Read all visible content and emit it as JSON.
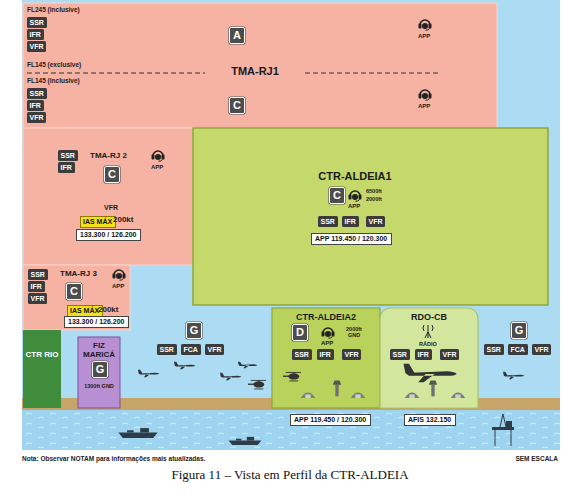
{
  "diagram": {
    "caption": "Figura 11 – Vista em Perfil da CTR-ALDEIA",
    "nodes": [
      {
        "text": [
          "FL245 (inclusive)",
          "APP",
          "FL145 (exclusive)",
          "TMA-RJ1",
          "FL145 (inclusive)",
          "APP"
        ]
      },
      {
        "text": [
          "SSR"
        ],
        "in": 0
      },
      {
        "text": [
          "IFR"
        ],
        "in": 0
      },
      {
        "text": [
          "VFR"
        ],
        "in": 0
      },
      {
        "text": [
          "A"
        ],
        "in": 0
      },
      {
        "text": [
          "SSR"
        ],
        "in": 0
      },
      {
        "text": [
          "IFR"
        ],
        "in": 0
      },
      {
        "text": [
          "VFR"
        ],
        "in": 0
      },
      {
        "text": [
          "C"
        ],
        "in": 0
      },
      {
        "text": [
          "TMA-RJ 2",
          "APP",
          "VFR",
          "200kt"
        ]
      },
      {
        "text": [
          "SSR"
        ],
        "in": 9
      },
      {
        "text": [
          "IFR"
        ],
        "in": 9
      },
      {
        "text": [
          "C"
        ],
        "in": 9
      },
      {
        "text": [
          "IAS MÁX"
        ],
        "in": 9
      },
      {
        "text": [
          "133.300 / 126.200"
        ],
        "in": 9
      },
      {
        "text": [
          "CTR-ALDEIA1",
          "APP",
          "6500ft",
          "2000ft"
        ]
      },
      {
        "text": [
          "C"
        ],
        "in": 15
      },
      {
        "text": [
          "SSR"
        ],
        "in": 15
      },
      {
        "text": [
          "IFR"
        ],
        "in": 15
      },
      {
        "text": [
          "VFR"
        ],
        "in": 15
      },
      {
        "text": [
          "APP 119.450 / 120.300"
        ],
        "in": 15
      },
      {
        "text": [
          "TMA-RJ 3",
          "APP",
          "200kt"
        ]
      },
      {
        "text": [
          "SSR"
        ],
        "in": 21
      },
      {
        "text": [
          "IFR"
        ],
        "in": 21
      },
      {
        "text": [
          "VFR"
        ],
        "in": 21
      },
      {
        "text": [
          "C"
        ],
        "in": 21
      },
      {
        "text": [
          "IAS MÁX"
        ],
        "in": 21
      },
      {
        "text": [
          "133.300 / 126.200"
        ],
        "in": 21
      },
      {
        "text": [
          "CTR RIO"
        ]
      },
      {
        "text": [
          "FIZ MARICÁ",
          "1300ft GND"
        ]
      },
      {
        "text": [
          "G"
        ],
        "in": 29
      },
      {
        "text": [
          "G"
        ]
      },
      {
        "text": [
          "SSR"
        ]
      },
      {
        "text": [
          "FCA"
        ]
      },
      {
        "text": [
          "VFR"
        ]
      },
      {
        "text": [
          "CTR-ALDEIA2",
          "APP",
          "2000ft GND"
        ]
      },
      {
        "text": [
          "D"
        ],
        "in": 35
      },
      {
        "text": [
          "SSR"
        ],
        "in": 35
      },
      {
        "text": [
          "IFR"
        ],
        "in": 35
      },
      {
        "text": [
          "VFR"
        ],
        "in": 35
      },
      {
        "text": [
          "APP 119.450 / 120.300"
        ]
      },
      {
        "text": [
          "RDO-CB",
          "RÁDIO"
        ]
      },
      {
        "text": [
          "SSR"
        ],
        "in": 41
      },
      {
        "text": [
          "IFR"
        ],
        "in": 41
      },
      {
        "text": [
          "VFR"
        ],
        "in": 41
      },
      {
        "text": [
          "AFIS 132.150"
        ]
      },
      {
        "text": [
          "G"
        ]
      },
      {
        "text": [
          "SSR"
        ]
      },
      {
        "text": [
          "FCA"
        ]
      },
      {
        "text": [
          "VFR"
        ]
      }
    ],
    "labels": [
      "Nota: Observar NOTAM para informações mais atualizadas.",
      "SEM ESCALA"
    ]
  }
}
